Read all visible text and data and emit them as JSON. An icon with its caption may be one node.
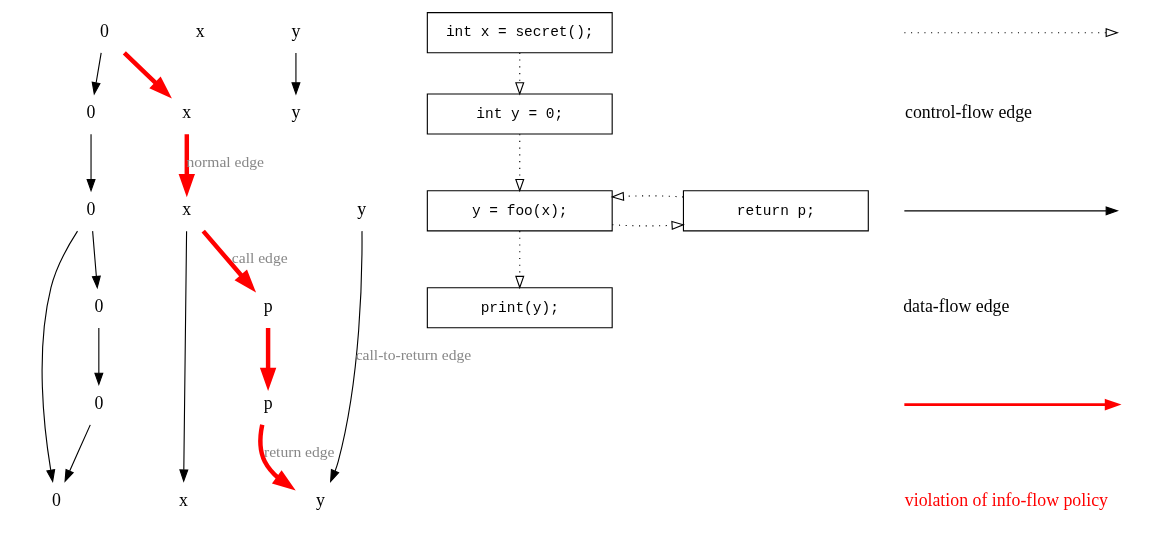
{
  "diagram": {
    "nodes": [
      {
        "text": [
          "0"
        ]
      },
      {
        "text": [
          "x"
        ]
      },
      {
        "text": [
          "y"
        ]
      },
      {
        "text": [
          "0"
        ]
      },
      {
        "text": [
          "x"
        ]
      },
      {
        "text": [
          "y"
        ]
      },
      {
        "text": [
          "0"
        ]
      },
      {
        "text": [
          "x"
        ]
      },
      {
        "text": [
          "y"
        ]
      },
      {
        "text": [
          "0"
        ]
      },
      {
        "text": [
          "x"
        ]
      },
      {
        "text": [
          "y"
        ]
      },
      {
        "text": [
          "int x = secret();"
        ]
      },
      {
        "text": [
          "int y = 0;"
        ]
      },
      {
        "text": [
          "y = foo(x);"
        ]
      },
      {
        "text": [
          "print(y);"
        ]
      },
      {
        "text": [
          "0"
        ]
      },
      {
        "text": [
          "p"
        ]
      },
      {
        "text": [
          "0"
        ]
      },
      {
        "text": [
          "p"
        ]
      },
      {
        "text": [
          "return p;"
        ]
      }
    ],
    "edges": [
      {
        "from": 0,
        "to": 3,
        "arrow": "to"
      },
      {
        "from": 0,
        "to": 4,
        "arrow": "to",
        "style": "thick",
        "color": "#ff0000"
      },
      {
        "from": 2,
        "to": 5,
        "arrow": "to"
      },
      {
        "from": 3,
        "to": 6,
        "arrow": "to"
      },
      {
        "from": 4,
        "to": 7,
        "arrow": "to",
        "label": "normal edge",
        "style": "thick",
        "color": "#ff0000"
      },
      {
        "from": 6,
        "to": 9,
        "arrow": "to"
      },
      {
        "from": 7,
        "to": 10,
        "arrow": "to"
      },
      {
        "from": 8,
        "to": 11,
        "arrow": "to",
        "label": "call-to-return edge"
      },
      {
        "from": 6,
        "to": 16,
        "arrow": "to"
      },
      {
        "from": 7,
        "to": 17,
        "arrow": "to",
        "label": "call edge",
        "style": "thick",
        "color": "#ff0000"
      },
      {
        "from": 16,
        "to": 18,
        "arrow": "to"
      },
      {
        "from": 17,
        "to": 19,
        "arrow": "to",
        "style": "thick",
        "color": "#ff0000"
      },
      {
        "from": 18,
        "to": 9,
        "arrow": "to"
      },
      {
        "from": 19,
        "to": 11,
        "arrow": "to",
        "label": "return edge",
        "style": "thick",
        "color": "#ff0000"
      },
      {
        "from": 12,
        "to": 13,
        "arrow": "to",
        "style": "dashed"
      },
      {
        "from": 13,
        "to": 14,
        "arrow": "to",
        "style": "dashed"
      },
      {
        "from": 14,
        "to": 15,
        "arrow": "to",
        "style": "dashed"
      },
      {
        "from": 14,
        "to": 20,
        "arrow": "to",
        "style": "dashed"
      },
      {
        "from": 20,
        "to": 14,
        "arrow": "to",
        "style": "dashed"
      }
    ],
    "legend": [
      {
        "text": "control-flow edge"
      },
      {
        "text": "data-flow edge"
      },
      {
        "text": "violation of info-flow policy"
      }
    ]
  }
}
